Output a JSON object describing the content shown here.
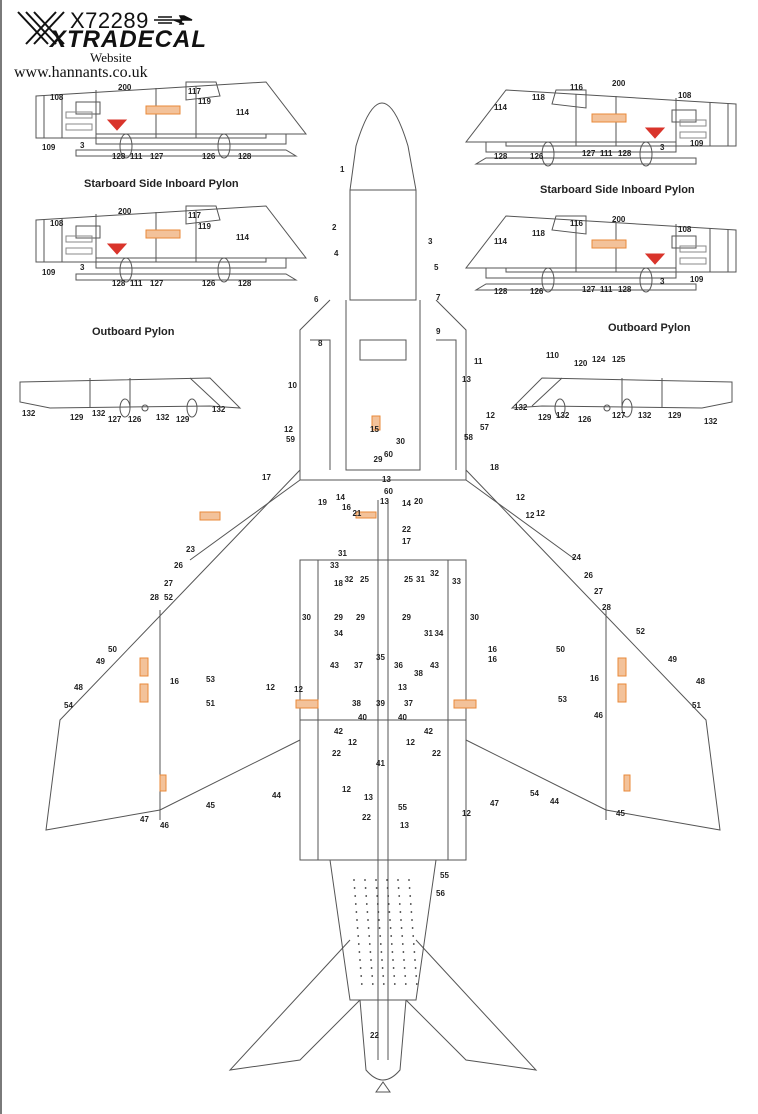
{
  "header": {
    "sheet_code": "X72289",
    "brand": "XTRADECAL",
    "website_label": "Website",
    "url": "www.hannants.co.uk"
  },
  "titles": {
    "left_inboard": "Starboard Side Inboard Pylon",
    "right_inboard": "Starboard Side Inboard Pylon",
    "left_outboard": "Outboard Pylon",
    "right_outboard": "Outboard Pylon"
  },
  "colors": {
    "line": "#555555",
    "warning_orange": "#e8893a",
    "warning_red": "#d9342b",
    "decal_orange_fill": "#f3c29a",
    "gray_stencil": "#b5b5b5"
  },
  "callouts": {
    "pylon_left_1": [
      "108",
      "200",
      "117",
      "119",
      "114",
      "109",
      "3",
      "128",
      "111",
      "127",
      "126",
      "128"
    ],
    "pylon_right_1": [
      "116",
      "200",
      "108",
      "114",
      "118",
      "128",
      "126",
      "127",
      "111",
      "128",
      "3",
      "109"
    ],
    "pylon_left_2": [
      "200",
      "117",
      "108",
      "119",
      "114",
      "109",
      "3",
      "128",
      "111",
      "127",
      "126",
      "128"
    ],
    "pylon_right_2": [
      "116",
      "200",
      "108",
      "118",
      "114",
      "128",
      "126",
      "127",
      "111",
      "128",
      "3",
      "109"
    ],
    "outboard_left": [
      "132",
      "129",
      "132",
      "127",
      "126",
      "132",
      "129",
      "132"
    ],
    "outboard_right": [
      "110",
      "120",
      "124",
      "125",
      "132",
      "129",
      "132",
      "126",
      "127",
      "132",
      "129",
      "132"
    ],
    "nose": [
      "1",
      "2",
      "3",
      "4",
      "5",
      "6",
      "7",
      "8",
      "9"
    ],
    "intake": [
      "10",
      "11",
      "13",
      "12",
      "12",
      "59",
      "57",
      "58",
      "15",
      "30",
      "60",
      "29",
      "13",
      "60",
      "14",
      "13",
      "19",
      "16",
      "14",
      "20",
      "21",
      "22",
      "17",
      "17",
      "18",
      "12",
      "12"
    ],
    "center": [
      "31",
      "18",
      "33",
      "32",
      "25",
      "25",
      "31",
      "32",
      "33",
      "29",
      "29",
      "29",
      "34",
      "31",
      "34",
      "30",
      "30",
      "35",
      "43",
      "37",
      "36",
      "38",
      "43",
      "13",
      "12",
      "16",
      "16"
    ],
    "rear": [
      "38",
      "39",
      "37",
      "40",
      "40",
      "42",
      "42",
      "12",
      "12",
      "22",
      "22",
      "41",
      "12",
      "12",
      "13",
      "55",
      "22",
      "13",
      "55",
      "56",
      "22"
    ],
    "wing_left": [
      "23",
      "26",
      "27",
      "28",
      "52",
      "50",
      "49",
      "16",
      "53",
      "48",
      "51",
      "54",
      "12",
      "44",
      "45",
      "47",
      "46"
    ],
    "wing_right": [
      "24",
      "26",
      "27",
      "28",
      "50",
      "52",
      "49",
      "16",
      "53",
      "48",
      "46",
      "51",
      "54",
      "44",
      "45",
      "47",
      "12"
    ]
  }
}
